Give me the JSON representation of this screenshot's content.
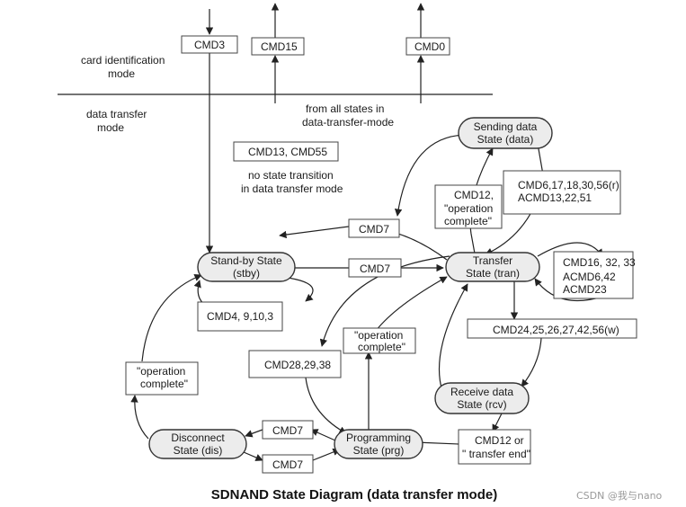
{
  "zones": {
    "top": "card identification mode",
    "bottom": "data transfer mode",
    "top_line1": "card identification",
    "top_line2": "mode",
    "bottom_line1": "data transfer",
    "bottom_line2": "mode"
  },
  "notes": {
    "from_all_line1": "from all states in",
    "from_all_line2": "data-transfer-mode",
    "no_transition_line1": "no state transition",
    "no_transition_line2": "in data transfer mode"
  },
  "states": {
    "stby": {
      "line1": "Stand-by State",
      "line2": "(stby)"
    },
    "tran": {
      "line1": "Transfer",
      "line2": "State (tran)"
    },
    "data": {
      "line1": "Sending data",
      "line2": "State (data)"
    },
    "rcv": {
      "line1": "Receive data",
      "line2": "State (rcv)"
    },
    "prg": {
      "line1": "Programming",
      "line2": "State (prg)"
    },
    "dis": {
      "line1": "Disconnect",
      "line2": "State (dis)"
    }
  },
  "commands": {
    "cmd3": "CMD3",
    "cmd15": "CMD15",
    "cmd0": "CMD0",
    "cmd13_55": "CMD13, CMD55",
    "cmd7_tran_stby": "CMD7",
    "cmd7_stby_tran": "CMD7",
    "cmd4": "CMD4, 9,10,3",
    "cmd12_line1": "CMD12,",
    "cmd12_line2": "\"operation",
    "cmd12_line3": "complete\"",
    "cmd6_line1": "CMD6,17,18,30,56(r)",
    "cmd6_line2": "ACMD13,22,51",
    "cmd16_line1": "CMD16, 32, 33",
    "cmd16_line2": "ACMD6,42",
    "cmd16_line3": "ACMD23",
    "cmd24": "CMD24,25,26,27,42,56(w)",
    "op_complete_prg_line1": "\"operation",
    "op_complete_prg_line2": "complete\"",
    "cmd28": "CMD28,29,38",
    "op_complete_dis_line1": "\"operation",
    "op_complete_dis_line2": "complete\"",
    "cmd7_dis_prg": "CMD7",
    "cmd7_prg_dis": "CMD7",
    "cmd12_end_line1": "CMD12 or",
    "cmd12_end_line2": "\" transfer end\""
  },
  "caption": "SDNAND State Diagram (data transfer mode)",
  "watermark": "CSDN @我与nano"
}
